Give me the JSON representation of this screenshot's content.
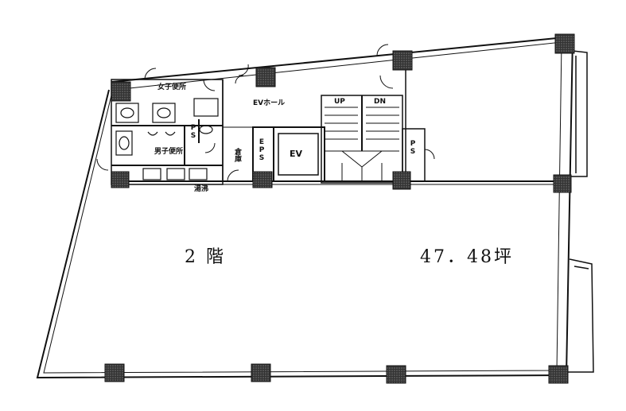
{
  "floor": "2 階",
  "area": "47．48坪",
  "rooms": {
    "women_wc": "女子便所",
    "men_wc": "男子便所",
    "ev_hall": "EVホール",
    "eps": "EPS",
    "ev": "EV",
    "ps_right": "PS",
    "ps_left": "PS",
    "kitchen": "湯沸",
    "storage": "倉庫"
  },
  "stairs": {
    "up": "UP",
    "dn": "DN"
  },
  "colors": {
    "line": "#111111",
    "column": "#222222",
    "background": "#ffffff"
  }
}
